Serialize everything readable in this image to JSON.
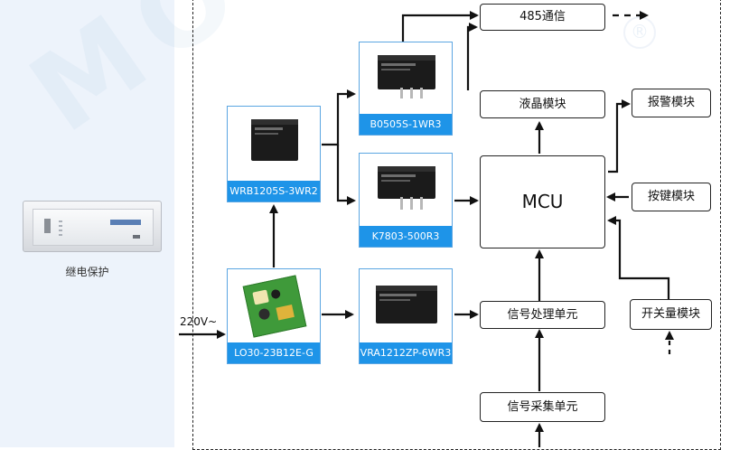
{
  "left": {
    "device_label": "继电保护"
  },
  "input_label": "220V~",
  "products": {
    "lo30": "LO30-23B12E-G",
    "wrb": "WRB1205S-3WR2",
    "b0505": "B0505S-1WR3",
    "k7803": "K7803-500R3",
    "vra": "VRA1212ZP-6WR3"
  },
  "blocks": {
    "rs485": "485通信",
    "lcd": "液晶模块",
    "alarm": "报警模块",
    "mcu": "MCU",
    "keys": "按键模块",
    "signal_proc": "信号处理单元",
    "switch_qty": "开关量模块",
    "signal_acq": "信号采集单元"
  },
  "colors": {
    "accent": "#1e94e8",
    "line": "#111111",
    "panel": "#edf3fb"
  }
}
